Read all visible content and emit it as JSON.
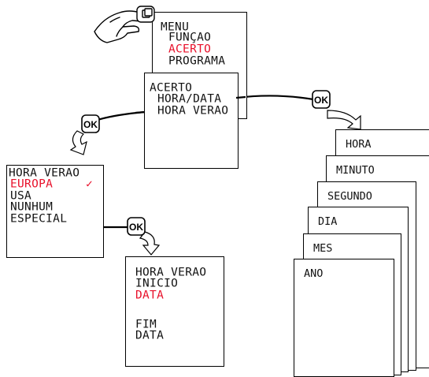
{
  "colors": {
    "selected": "#e8102a",
    "ink": "#111111"
  },
  "icons": [
    "hand-pointing-icon",
    "menu-button-icon",
    "ok-button-icon",
    "checkmark-icon",
    "arrow-icon"
  ],
  "menu_screen": {
    "title": "MENU",
    "items": [
      "FUNÇAO",
      "ACERTO",
      "PROGRAMA"
    ],
    "selected_index": 1
  },
  "acerto_screen": {
    "title": "ACERTO",
    "items": [
      "HORA/DATA",
      "HORA VERAO"
    ]
  },
  "ok_label": "OK",
  "hora_verao_screen": {
    "title": "HORA VERAO",
    "items": [
      "EUROPA",
      "USA",
      "NUNHUM",
      "ESPECIAL"
    ],
    "selected_index": 0,
    "check_mark": "✓"
  },
  "especial_screen": {
    "title": "HORA VERAO",
    "lines": [
      "INICIO",
      "DATA",
      "FIM",
      "DATA"
    ]
  },
  "hora_data_cards": [
    "HORA",
    "MINUTO",
    "SEGUNDO",
    "DIA",
    "MES",
    "ANO"
  ]
}
